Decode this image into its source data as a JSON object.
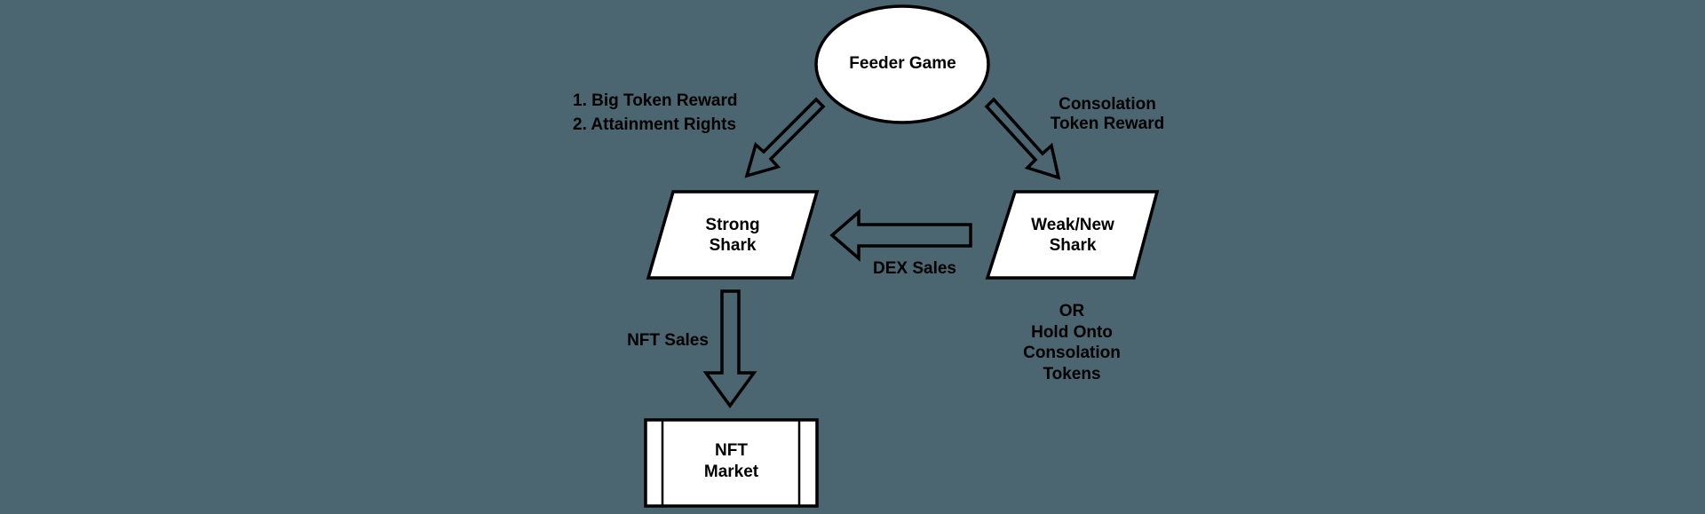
{
  "colors": {
    "background": "#4b6670",
    "shape_fill": "#ffffff",
    "stroke": "#000000",
    "text": "#000000"
  },
  "nodes": {
    "feeder_game": {
      "shape": "ellipse",
      "label": "Feeder Game"
    },
    "strong_shark": {
      "shape": "parallelogram",
      "lines": [
        "Strong",
        "Shark"
      ]
    },
    "weak_new_shark": {
      "shape": "parallelogram",
      "lines": [
        "Weak/New",
        "Shark"
      ]
    },
    "nft_market": {
      "shape": "predefined-process",
      "lines": [
        "NFT",
        "Market"
      ]
    }
  },
  "edge_labels": {
    "big_reward": {
      "lines": [
        "1. Big Token Reward",
        "2. Attainment Rights"
      ]
    },
    "consolation_reward": {
      "lines": [
        "Consolation",
        "Token Reward"
      ]
    },
    "dex_sales": "DEX Sales",
    "nft_sales": "NFT Sales",
    "hold_note": {
      "lines": [
        "OR",
        "Hold Onto",
        "Consolation",
        "Tokens"
      ]
    }
  }
}
